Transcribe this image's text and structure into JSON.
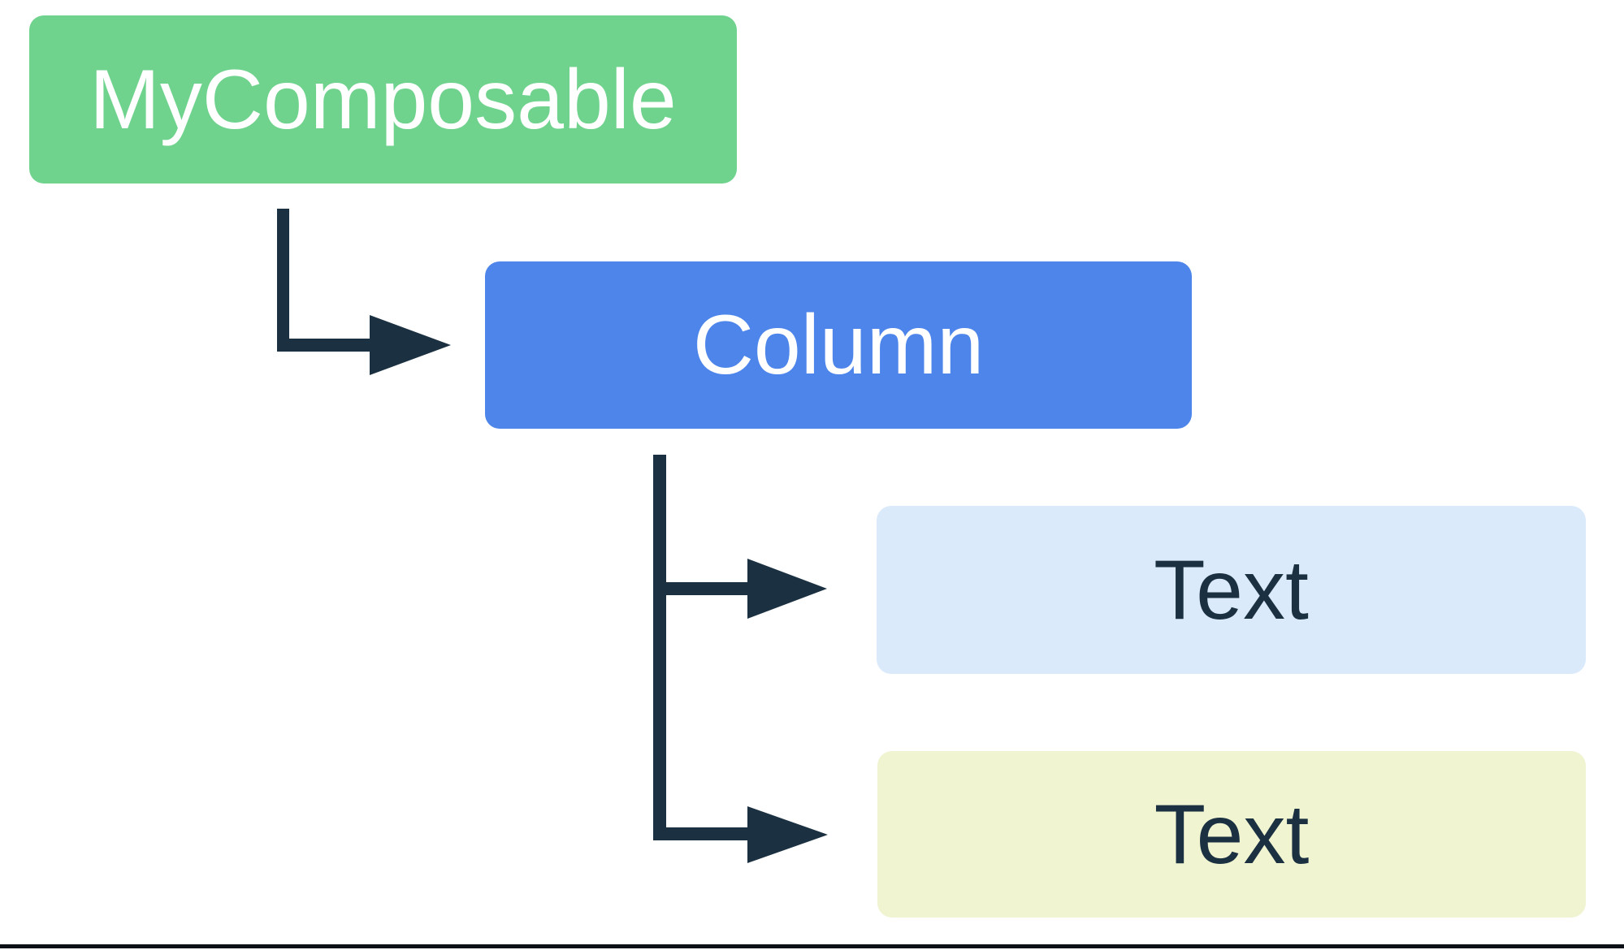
{
  "diagram": {
    "title_hint": "composable-hierarchy-tree",
    "nodes": [
      {
        "id": "my-composable",
        "label": "MyComposable",
        "fill": "#6FD38D",
        "text_color": "#FFFFFF"
      },
      {
        "id": "column",
        "label": "Column",
        "fill": "#4D85EB",
        "text_color": "#FFFFFF"
      },
      {
        "id": "text-1",
        "label": "Text",
        "fill": "#DAEAFB",
        "text_color": "#1B3141"
      },
      {
        "id": "text-2",
        "label": "Text",
        "fill": "#F0F4D1",
        "text_color": "#1B3141"
      }
    ],
    "connector_color": "#1B3141",
    "bottom_rule_color": "#0C1118",
    "background_color": "#FFFFFF"
  }
}
